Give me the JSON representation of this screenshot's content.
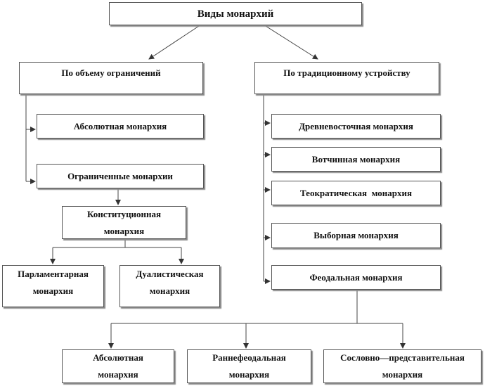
{
  "title": "Виды монархий",
  "by_limits": {
    "label": "По объему ограничений",
    "absolute": "Абсолютная монархия",
    "limited": "Ограниченные монархии",
    "constitutional": "Конституционная монархия",
    "parliamentary": "Парламентарная монархия",
    "dualistic": "Дуалистическая монархия"
  },
  "by_tradition": {
    "label": "По традиционному устройству",
    "items": [
      "Древневосточная монархия",
      "Вотчинная монархия",
      "Теократическая  монархия",
      "Выборная монархия",
      "Феодальная монархия"
    ],
    "feudal_subtypes": [
      "Абсолютная монархия",
      "Раннефеодальная монархия",
      "Сословно—представительная монархия"
    ]
  }
}
